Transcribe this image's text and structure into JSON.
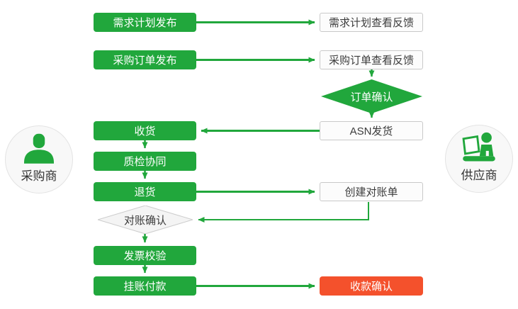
{
  "colors": {
    "green": "#21a73c",
    "red": "#f4512c",
    "box_border": "#c9c9c9",
    "diamond_gray_fill": "#f4f4f4",
    "diamond_gray_border": "#cccccc"
  },
  "actors": {
    "buyer": {
      "label": "采购商",
      "icon": "person-icon"
    },
    "supplier": {
      "label": "供应商",
      "icon": "person-at-laptop-icon"
    }
  },
  "nodes": {
    "demand_publish": {
      "label": "需求计划发布"
    },
    "demand_feedback": {
      "label": "需求计划查看反馈"
    },
    "po_publish": {
      "label": "采购订单发布"
    },
    "po_feedback": {
      "label": "采购订单查看反馈"
    },
    "order_confirm": {
      "label": "订单确认"
    },
    "asn_ship": {
      "label": "ASN发货"
    },
    "receive": {
      "label": "收货"
    },
    "quality_collab": {
      "label": "质检协同"
    },
    "return_goods": {
      "label": "退货"
    },
    "create_statement": {
      "label": "创建对账单"
    },
    "statement_confirm": {
      "label": "对账确认"
    },
    "invoice_check": {
      "label": "发票校验"
    },
    "payment": {
      "label": "挂账付款"
    },
    "receipt_confirm": {
      "label": "收款确认"
    }
  }
}
